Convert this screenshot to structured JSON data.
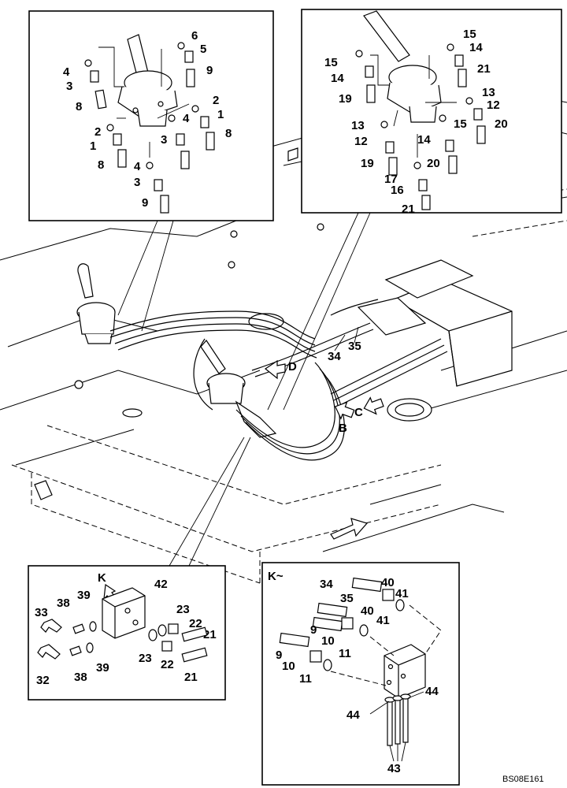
{
  "callouts": {
    "top_left": [
      "6",
      "5",
      "4",
      "3",
      "9",
      "8",
      "2",
      "4",
      "1",
      "2",
      "1",
      "3",
      "8",
      "8",
      "4",
      "3",
      "9"
    ],
    "top_right": [
      "15",
      "14",
      "15",
      "14",
      "21",
      "19",
      "13",
      "12",
      "13",
      "12",
      "15",
      "20",
      "14",
      "19",
      "20",
      "17",
      "16",
      "21"
    ],
    "main": [
      "D",
      "34",
      "35",
      "C",
      "B"
    ],
    "bottom_left": [
      "K",
      "42",
      "39",
      "38",
      "33",
      "23",
      "22",
      "21",
      "23",
      "22",
      "21",
      "38",
      "39",
      "32"
    ],
    "bottom_right": [
      "K~",
      "34",
      "40",
      "41",
      "35",
      "40",
      "41",
      "9",
      "10",
      "11",
      "9",
      "10",
      "11",
      "44",
      "44",
      "43"
    ]
  },
  "drawing_code": "BS08E161",
  "icons": [
    "direction-arrow-icon",
    "view-arrow-icon"
  ]
}
